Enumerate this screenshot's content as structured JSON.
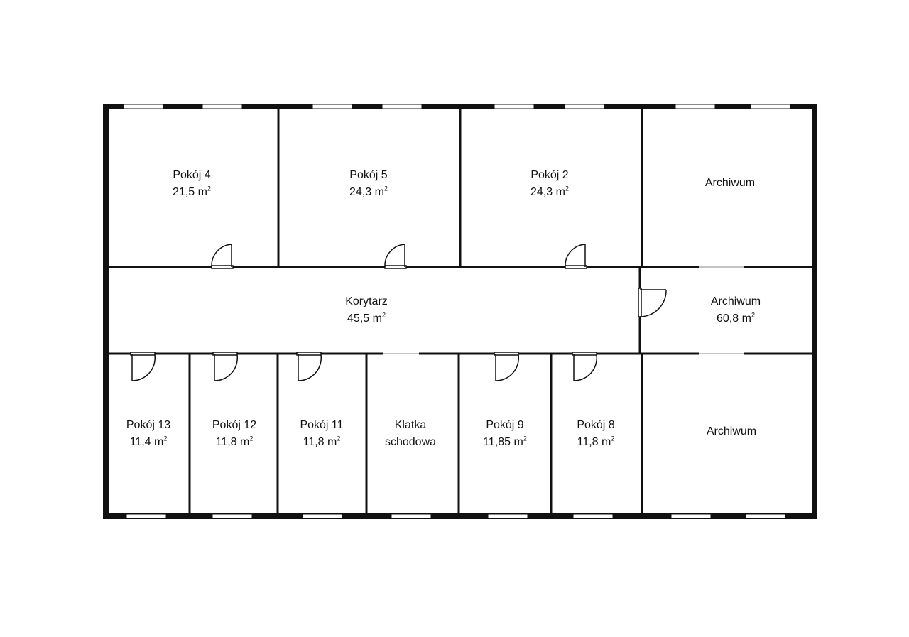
{
  "colors": {
    "wall": "#111111",
    "background": "#ffffff",
    "window": "#ffffff"
  },
  "area_unit": "m",
  "area_unit_superscript": "2",
  "rooms": [
    {
      "id": "pokoj-4",
      "name": "Pokój 4",
      "area": "21,5"
    },
    {
      "id": "pokoj-5",
      "name": "Pokój 5",
      "area": "24,3"
    },
    {
      "id": "pokoj-2",
      "name": "Pokój 2",
      "area": "24,3"
    },
    {
      "id": "archiwum-top",
      "name": "Archiwum",
      "area": ""
    },
    {
      "id": "korytarz",
      "name": "Korytarz",
      "area": "45,5"
    },
    {
      "id": "archiwum-mid",
      "name": "Archiwum",
      "area": "60,8"
    },
    {
      "id": "pokoj-13",
      "name": "Pokój 13",
      "area": "11,4"
    },
    {
      "id": "pokoj-12",
      "name": "Pokój 12",
      "area": "11,8"
    },
    {
      "id": "pokoj-11",
      "name": "Pokój 11",
      "area": "11,8"
    },
    {
      "id": "klatka-schodowa",
      "name": "Klatka",
      "name2": "schodowa",
      "area": ""
    },
    {
      "id": "pokoj-9",
      "name": "Pokój 9",
      "area": "11,85"
    },
    {
      "id": "pokoj-8",
      "name": "Pokój 8",
      "area": "11,8"
    },
    {
      "id": "archiwum-bottom",
      "name": "Archiwum",
      "area": ""
    }
  ]
}
